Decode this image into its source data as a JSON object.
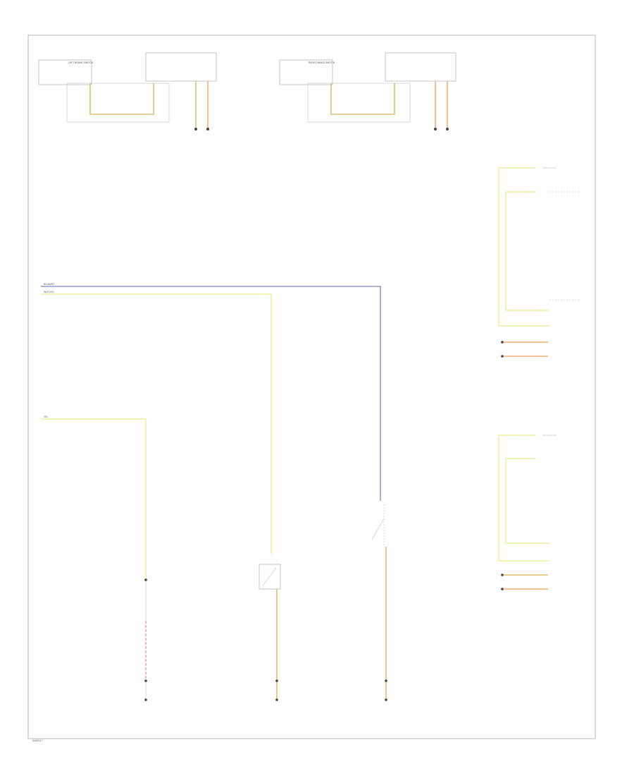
{
  "diagram": {
    "footer_code": "W00017",
    "wire_labels": {
      "blu_wht": "BLU/WHT",
      "wht_yel": "WHT/YEL",
      "yel": "YEL"
    },
    "components": {
      "left_brake_switch": "LEFT BRAKE SWITCH",
      "right_brake_switch": "RIGHT BRAKE SWITCH"
    },
    "colors": {
      "border": "#b8b8b8",
      "wire_tan": "#e0c070",
      "wire_green": "#b8d878",
      "wire_orange": "#f0b070",
      "wire_blue": "#9898c8",
      "wire_yellow": "#f0f0a0",
      "wire_pink": "#f0a8b0"
    }
  }
}
